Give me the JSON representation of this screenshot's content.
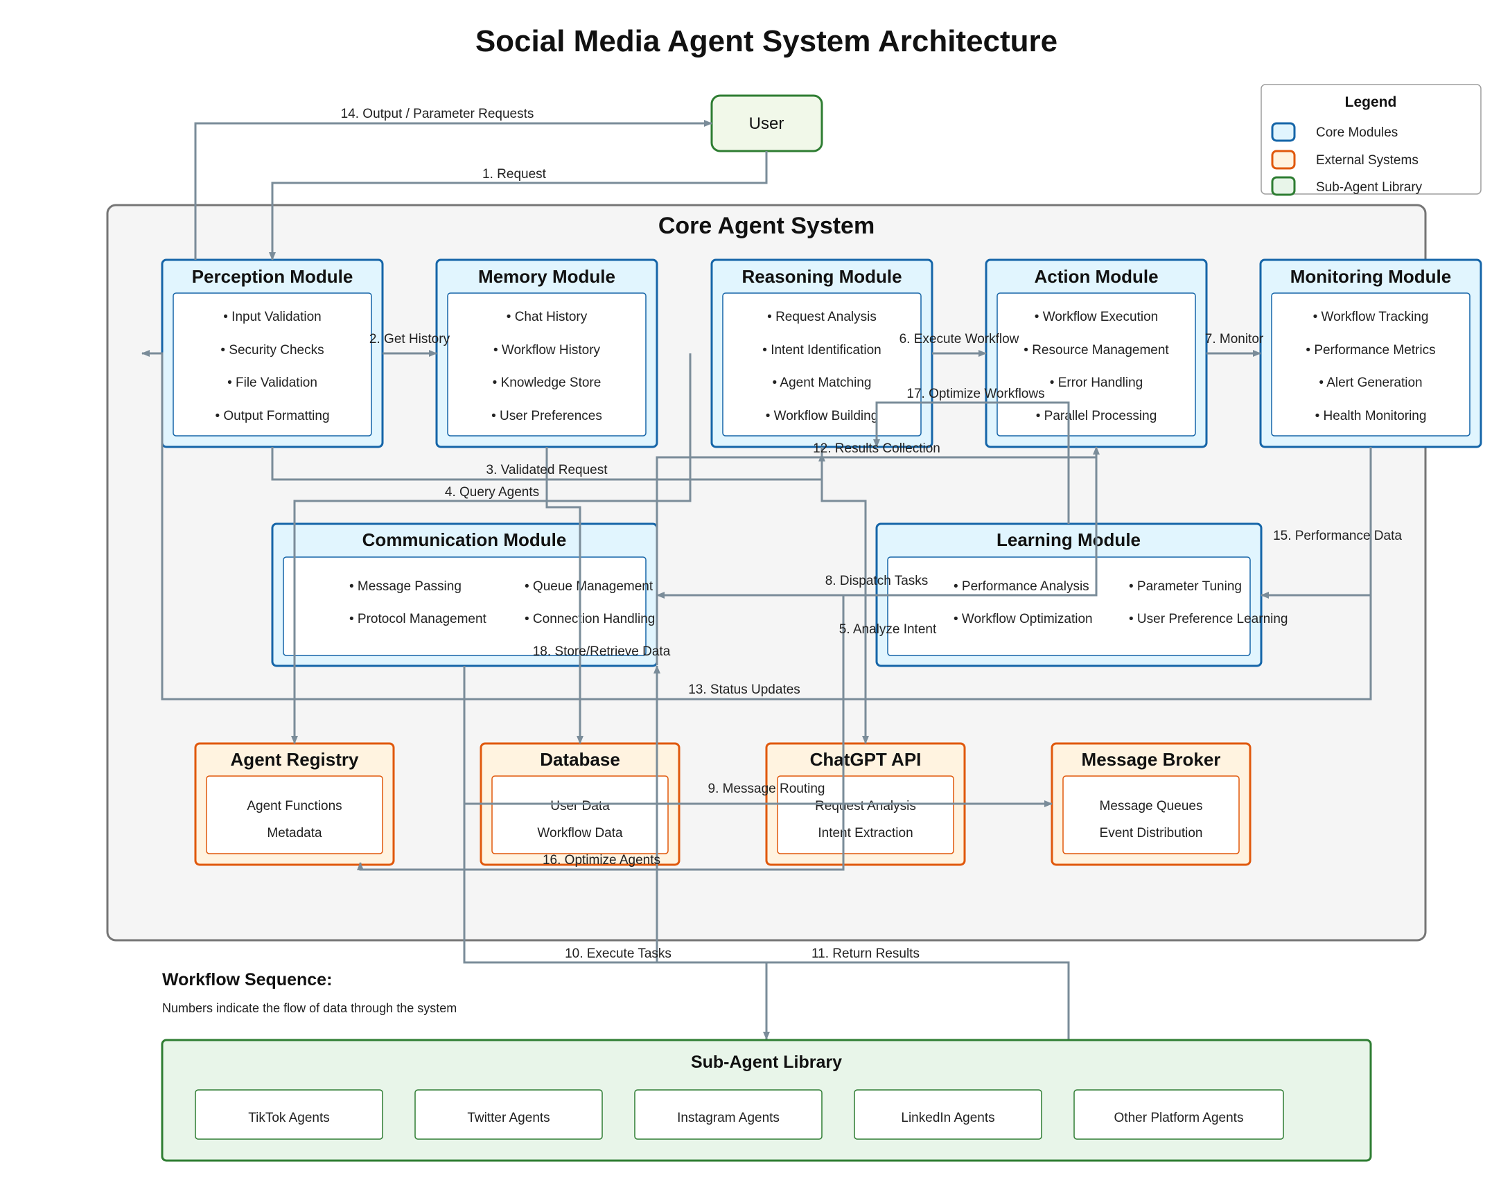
{
  "title": "Social Media Agent System Architecture",
  "user_label": "User",
  "core_system_title": "Core Agent System",
  "colors": {
    "core_border": "#1565a8",
    "core_fill": "#e1f5fe",
    "external_border": "#e0580c",
    "external_fill": "#fff3e0",
    "library_border": "#2e7d32",
    "library_fill": "#e8f5e9",
    "arrow": "#7a8c99"
  },
  "legend": {
    "title": "Legend",
    "items": [
      "Core Modules",
      "External Systems",
      "Sub-Agent Library"
    ]
  },
  "modules": {
    "perception": {
      "title": "Perception Module",
      "items": [
        "• Input Validation",
        "• Security Checks",
        "• File Validation",
        "• Output Formatting"
      ]
    },
    "memory": {
      "title": "Memory Module",
      "items": [
        "• Chat History",
        "• Workflow History",
        "• Knowledge Store",
        "• User Preferences"
      ]
    },
    "reasoning": {
      "title": "Reasoning Module",
      "items": [
        "• Request Analysis",
        "• Intent Identification",
        "• Agent Matching",
        "• Workflow Building"
      ]
    },
    "action": {
      "title": "Action Module",
      "items": [
        "• Workflow Execution",
        "• Resource Management",
        "• Error Handling",
        "• Parallel Processing"
      ]
    },
    "monitoring": {
      "title": "Monitoring Module",
      "items": [
        "• Workflow Tracking",
        "• Performance Metrics",
        "• Alert Generation",
        "• Health Monitoring"
      ]
    },
    "communication": {
      "title": "Communication Module",
      "items": [
        "• Message Passing",
        "• Queue Management",
        "• Protocol Management",
        "• Connection Handling"
      ]
    },
    "learning": {
      "title": "Learning Module",
      "items": [
        "• Performance Analysis",
        "• Parameter Tuning",
        "• Workflow Optimization",
        "• User Preference Learning"
      ]
    }
  },
  "external": {
    "registry": {
      "title": "Agent Registry",
      "items": [
        "Agent Functions",
        "Metadata"
      ]
    },
    "database": {
      "title": "Database",
      "items": [
        "User Data",
        "Workflow Data"
      ]
    },
    "chatgpt": {
      "title": "ChatGPT API",
      "items": [
        "Request Analysis",
        "Intent Extraction"
      ]
    },
    "broker": {
      "title": "Message Broker",
      "items": [
        "Message Queues",
        "Event Distribution"
      ]
    }
  },
  "flows": [
    "1. Request",
    "2. Get History",
    "3. Validated Request",
    "4. Query Agents",
    "5. Analyze Intent",
    "6. Execute Workflow",
    "7. Monitor",
    "8. Dispatch Tasks",
    "9. Message Routing",
    "10. Execute Tasks",
    "11. Return Results",
    "12. Results Collection",
    "13. Status Updates",
    "14. Output / Parameter Requests",
    "15. Performance Data",
    "16. Optimize Agents",
    "17. Optimize Workflows",
    "18. Store/Retrieve Data"
  ],
  "workflow": {
    "title": "Workflow Sequence:",
    "description": "Numbers indicate the flow of data through the system"
  },
  "library": {
    "title": "Sub-Agent Library",
    "agents": [
      "TikTok Agents",
      "Twitter Agents",
      "Instagram Agents",
      "LinkedIn Agents",
      "Other Platform Agents"
    ]
  }
}
